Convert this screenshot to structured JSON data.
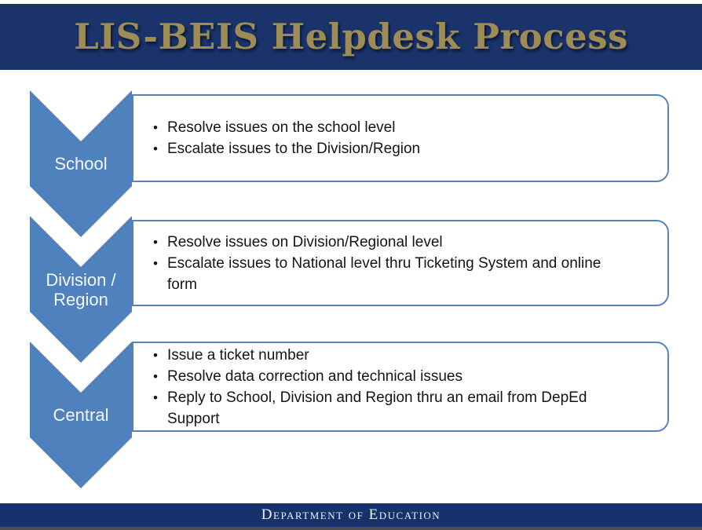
{
  "slide": {
    "title": "LIS-BEIS Helpdesk Process",
    "footer": "Department of Education"
  },
  "ui": {
    "bullet_glyph": "•"
  },
  "colors": {
    "header_navy": "#1a336b",
    "footer_navy": "#16316b",
    "title_gold": "#9d8c55",
    "chevron_blue": "#4f81bd",
    "box_border_blue": "#5585bf",
    "footer_strip_gray": "#4d4d52",
    "body_text": "#141414",
    "chevron_label_text": "#f4f8fc"
  },
  "process": {
    "rows": [
      {
        "label": "School",
        "bullets": [
          "Resolve issues on the school level",
          "Escalate issues to the Division/Region"
        ]
      },
      {
        "label": "Division / Region",
        "bullets": [
          "Resolve issues on Division/Regional level",
          "Escalate issues to National level thru Ticketing System and online form"
        ]
      },
      {
        "label": "Central",
        "bullets": [
          "Issue a ticket number",
          "Resolve data correction and technical issues",
          "Reply to School, Division and Region thru an email from DepEd Support"
        ]
      }
    ]
  }
}
